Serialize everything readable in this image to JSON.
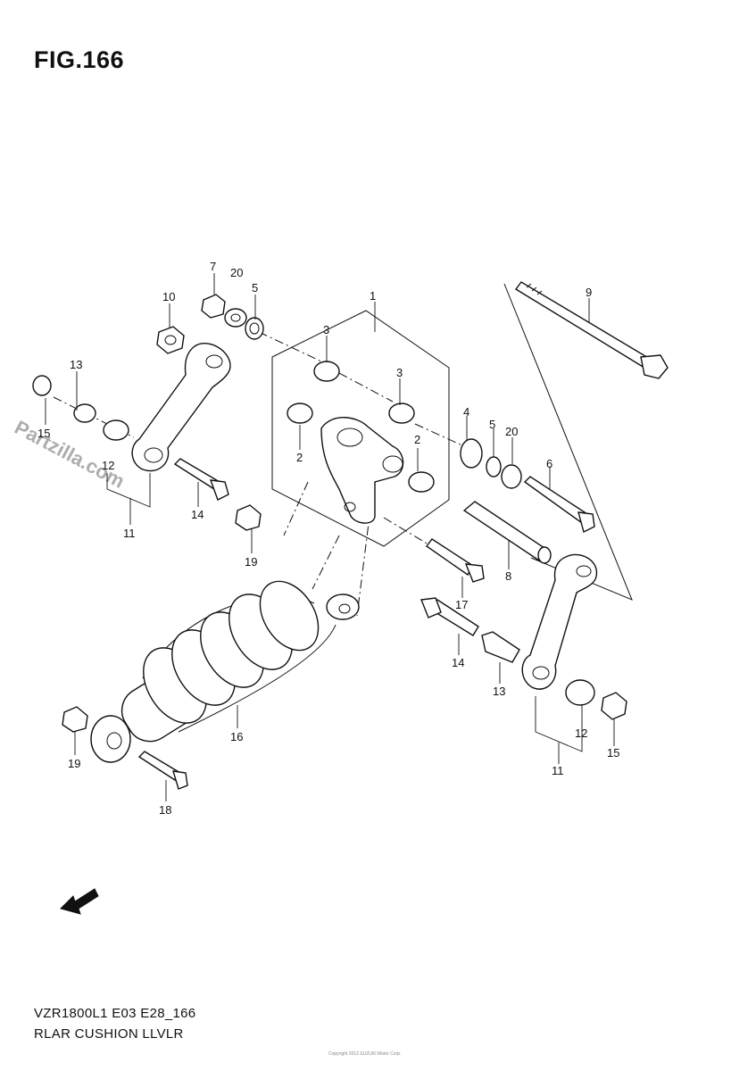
{
  "figure": {
    "title": "FIG.166",
    "model_code": "VZR1800L1 E03 E28_166",
    "caption": "RLAR CUSHION LLVLR",
    "watermark": "Partzilla.com",
    "copyright": "Copyright 2012 SUZUKI Motor Corp."
  },
  "callouts": [
    "1",
    "2",
    "2",
    "3",
    "3",
    "4",
    "5",
    "5",
    "6",
    "7",
    "8",
    "9",
    "10",
    "11",
    "11",
    "12",
    "12",
    "13",
    "13",
    "14",
    "14",
    "15",
    "15",
    "16",
    "17",
    "18",
    "19",
    "19",
    "20",
    "20"
  ],
  "icons": {
    "forward_arrow": "fwd-arrow-icon"
  }
}
